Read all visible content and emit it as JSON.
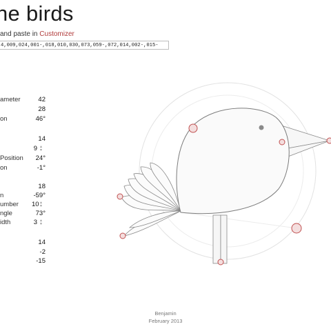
{
  "header": {
    "title": "he birds",
    "subtitle_prefix": "and paste in",
    "subtitle_link": "Customizer",
    "code_value": "4,009,024,001-,018,010,030,073,059-,072,014,002-,015-"
  },
  "params": [
    {
      "label": "ameter",
      "value": "42"
    },
    {
      "label": "",
      "value": "28"
    },
    {
      "label": "on",
      "value": "46°"
    },
    {
      "label": "",
      "value": "14"
    },
    {
      "label": "",
      "value": "9"
    },
    {
      "label": "Position",
      "value": "24°"
    },
    {
      "label": "on",
      "value": "-1°"
    },
    {
      "label": "",
      "value": "18"
    },
    {
      "label": "n",
      "value": "-59°"
    },
    {
      "label": "umber",
      "value": "10"
    },
    {
      "label": "ngle",
      "value": "73°"
    },
    {
      "label": "idth",
      "value": "3"
    },
    {
      "label": "",
      "value": "14"
    },
    {
      "label": "",
      "value": "-2"
    },
    {
      "label": "",
      "value": "-15"
    }
  ],
  "footer": {
    "author": "Benjamin",
    "date": "February 2013"
  },
  "colors": {
    "handle_fill": "#f2d9d9",
    "handle_stroke": "#c05050",
    "bird_stroke": "#888888",
    "guide_stroke": "#dddddd",
    "link": "#b03a3a"
  }
}
